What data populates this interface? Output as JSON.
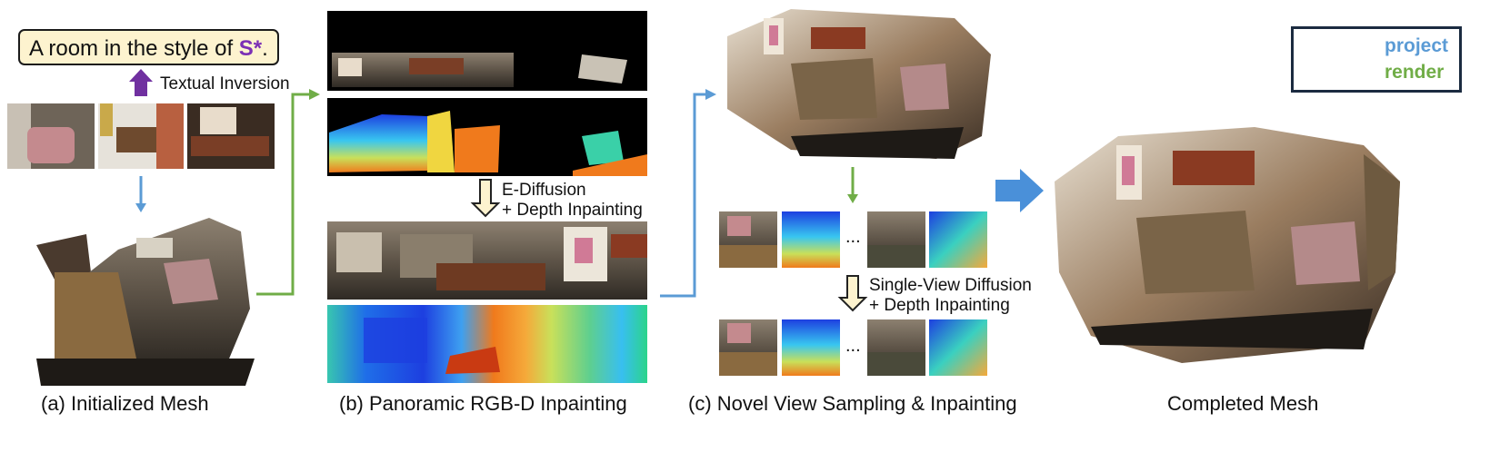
{
  "prompt": {
    "prefix": "A room in the style of ",
    "token": "S*",
    "suffix": "."
  },
  "steps": {
    "textual_inversion": "Textual Inversion",
    "e_diffusion": "E-Diffusion",
    "depth_inpainting_1": "+ Depth Inpainting",
    "single_view": "Single-View Diffusion",
    "depth_inpainting_2": "+ Depth Inpainting"
  },
  "ellipsis": "...",
  "legend": {
    "project": "project",
    "render": "render"
  },
  "captions": {
    "a": "(a) Initialized Mesh",
    "b": "(b) Panoramic RGB-D Inpainting",
    "c": "(c) Novel View Sampling & Inpainting",
    "d": "Completed Mesh"
  },
  "colors": {
    "project": "#5b9bd5",
    "render": "#70ad47",
    "token": "#7b2fb5",
    "prompt_fill": "#fdf3cf",
    "big_arrow": "#4a90d9",
    "inversion_arrow": "#7030a0",
    "hollow_arrow_fill": "#fdf3cf"
  }
}
